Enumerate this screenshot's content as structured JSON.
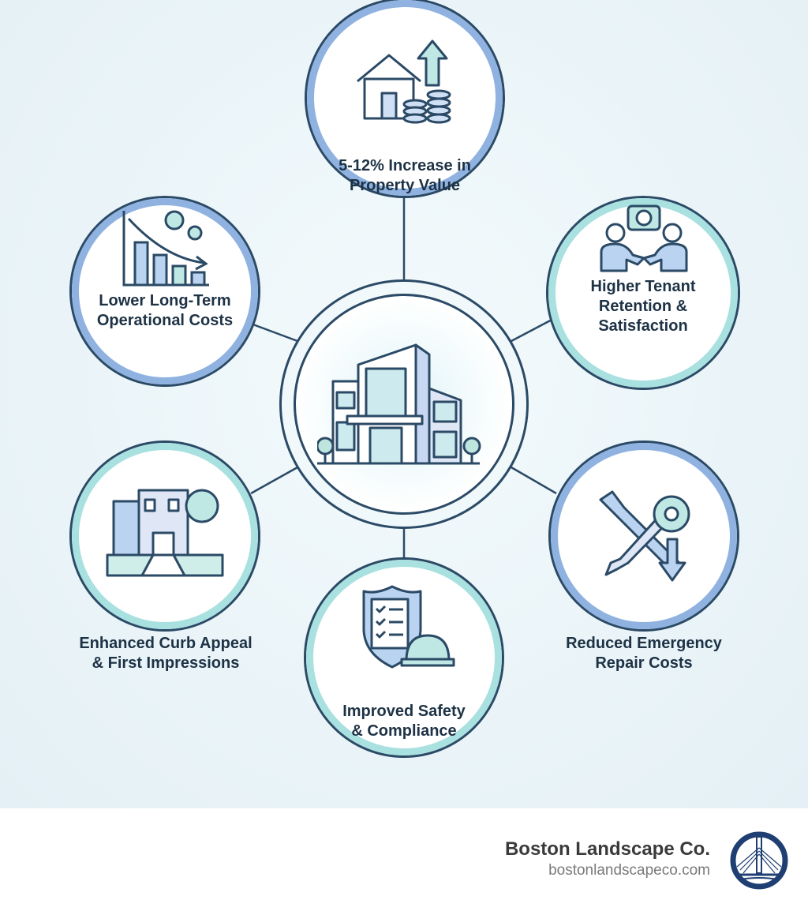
{
  "center": {
    "icon": "office-building-icon"
  },
  "benefits": [
    {
      "id": "property-value",
      "lines": [
        "5-12% Increase in",
        "Property Value"
      ],
      "icon": "house-coins-arrow-up-icon"
    },
    {
      "id": "operational-costs",
      "lines": [
        "Lower Long-Term",
        "Operational Costs"
      ],
      "icon": "declining-bar-chart-gears-icon"
    },
    {
      "id": "tenant-retention",
      "lines": [
        "Higher Tenant",
        "Retention &",
        "Satisfaction"
      ],
      "icon": "handshake-people-icon"
    },
    {
      "id": "curb-appeal",
      "lines": [
        "Enhanced Curb Appeal",
        "& First Impressions"
      ],
      "icon": "building-thumbs-up-icon"
    },
    {
      "id": "repair-costs",
      "lines": [
        "Reduced Emergency",
        "Repair Costs"
      ],
      "icon": "wrench-gear-arrow-down-icon"
    },
    {
      "id": "safety",
      "lines": [
        "Improved Safety",
        "& Compliance"
      ],
      "icon": "shield-checklist-hardhat-icon"
    }
  ],
  "colors": {
    "navy": "#2b4a66",
    "blue_ring": "#8fb2e0",
    "teal_ring": "#a9e0e0",
    "text": "#1d3245",
    "icon_fill": "#b9d3f0",
    "icon_teal": "#bfe8e4"
  },
  "footer": {
    "company": "Boston Landscape Co.",
    "website": "bostonlandscapeco.com",
    "logo": "bridge-logo-icon"
  }
}
